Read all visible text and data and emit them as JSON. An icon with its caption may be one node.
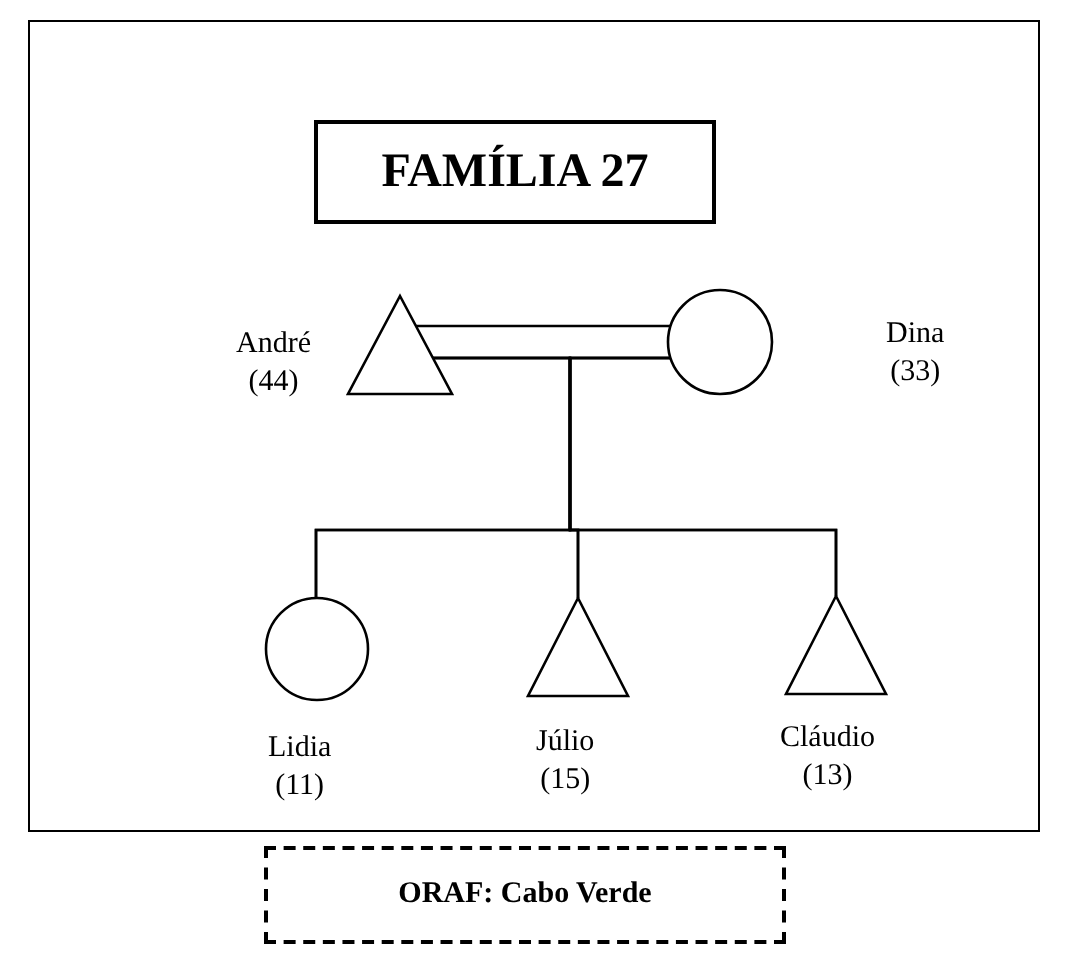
{
  "diagram": {
    "nodes": [
      {
        "text": [
          "FAMÍLIA 27"
        ]
      },
      {
        "text": [],
        "shape": "triangle",
        "beside": [
          "André (44)"
        ]
      },
      {
        "text": [],
        "shape": "circle",
        "beside": [
          "Dina (33)"
        ]
      },
      {
        "text": [],
        "shape": "circle",
        "beside": [
          "Lidia (11)"
        ]
      },
      {
        "text": [],
        "shape": "triangle",
        "beside": [
          "Júlio (15)"
        ]
      },
      {
        "text": [],
        "shape": "triangle",
        "beside": [
          "Cláudio (13)"
        ]
      },
      {
        "text": [
          "ORAF: Cabo Verde"
        ]
      }
    ],
    "edges": [
      {
        "from": 1,
        "to": 2,
        "arrow": "none"
      },
      {
        "from": 1,
        "to": 3,
        "arrow": "none"
      },
      {
        "from": 1,
        "to": 4,
        "arrow": "none"
      },
      {
        "from": 1,
        "to": 5,
        "arrow": "none"
      },
      {
        "from": 2,
        "to": 3,
        "arrow": "none"
      },
      {
        "from": 2,
        "to": 4,
        "arrow": "none"
      },
      {
        "from": 2,
        "to": 5,
        "arrow": "none"
      }
    ]
  }
}
